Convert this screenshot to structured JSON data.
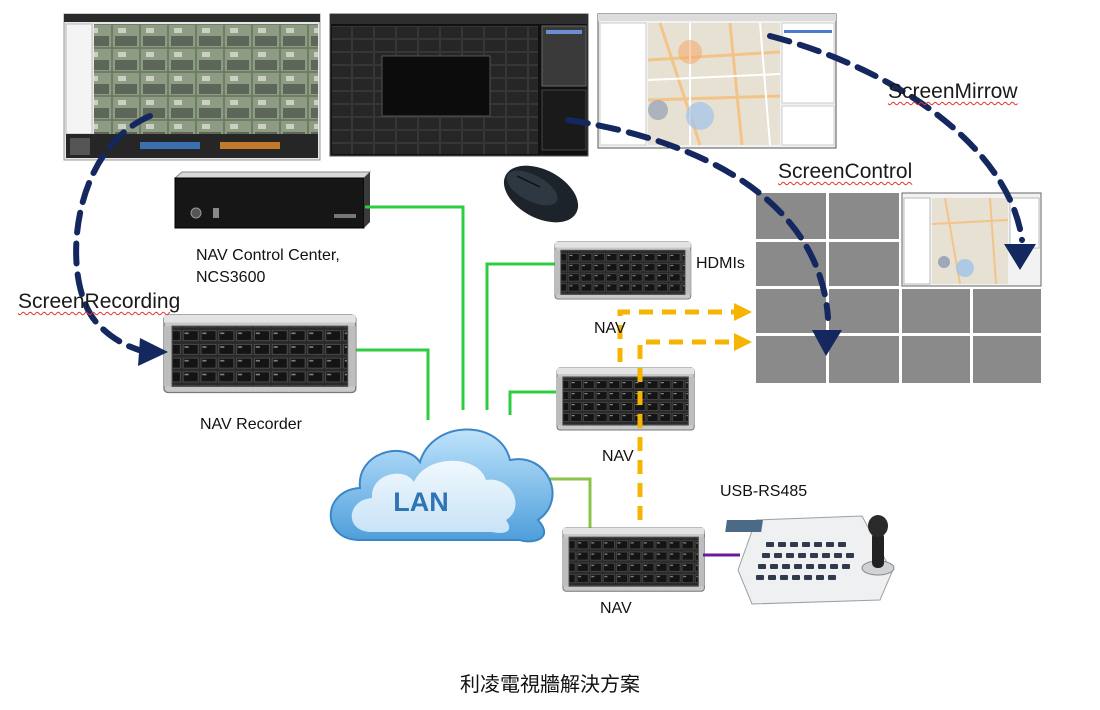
{
  "labels": {
    "screen_mirrow": "ScreenMirrow",
    "screen_control": "ScreenControl",
    "screen_recording": "ScreenRecording",
    "nav_control_center_line1": "NAV Control Center,",
    "nav_control_center_line2": "NCS3600",
    "nav_recorder": "NAV Recorder",
    "hdmis": "HDMIs",
    "nav_1": "NAV",
    "nav_2": "NAV",
    "nav_3": "NAV",
    "usb_rs485": "USB-RS485",
    "lan": "LAN"
  },
  "caption": "利凌電視牆解決方案",
  "colors": {
    "lan_link": "#2ecc40",
    "lan_link_light": "#8bc34a",
    "hdmi_link": "#f5b400",
    "flow_arrow": "#14285f",
    "serial_link": "#6a1b9a",
    "video_wall_tile": "#8a8a8a",
    "cloud": "#6fb6e6"
  },
  "icons": {
    "cloud": "cloud-icon",
    "mouse": "mouse-icon",
    "keyboard": "ptz-keyboard-icon",
    "server": "rack-server-icon"
  }
}
